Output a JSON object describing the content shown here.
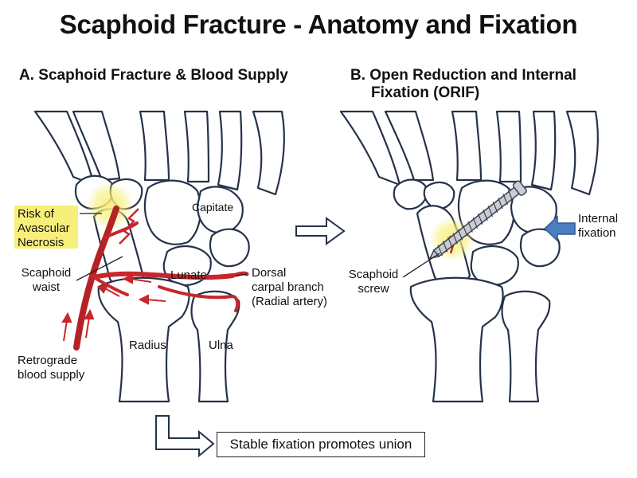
{
  "title": "Scaphoid Fracture - Anatomy and Fixation",
  "panel_a": {
    "heading": "A. Scaphoid Fracture & Blood Supply",
    "labels": {
      "avn_line1": "Risk of",
      "avn_line2": "Avascular",
      "avn_line3": "Necrosis",
      "capitate": "Capitate",
      "scaphoid_line1": "Scaphoid",
      "scaphoid_line2": "waist",
      "lunate": "Lunate",
      "dorsal_line1": "Dorsal",
      "dorsal_line2": "carpal branch",
      "dorsal_line3": "(Radial artery)",
      "radius": "Radius",
      "ulna": "Ulna",
      "retro_line1": "Retrograde",
      "retro_line2": "blood supply"
    }
  },
  "panel_b": {
    "heading_line1": "B. Open Reduction and Internal",
    "heading_line2": "Fixation (ORIF)",
    "labels": {
      "internal_line1": "Internal",
      "internal_line2": "fixation",
      "screw_line1": "Scaphoid",
      "screw_line2": "screw"
    }
  },
  "callout": "Stable fixation promotes union",
  "colors": {
    "artery": "#c8262b",
    "highlight": "#f7ef7a",
    "fixation_arrow": "#4a7fc0",
    "outline": "#25324a"
  }
}
